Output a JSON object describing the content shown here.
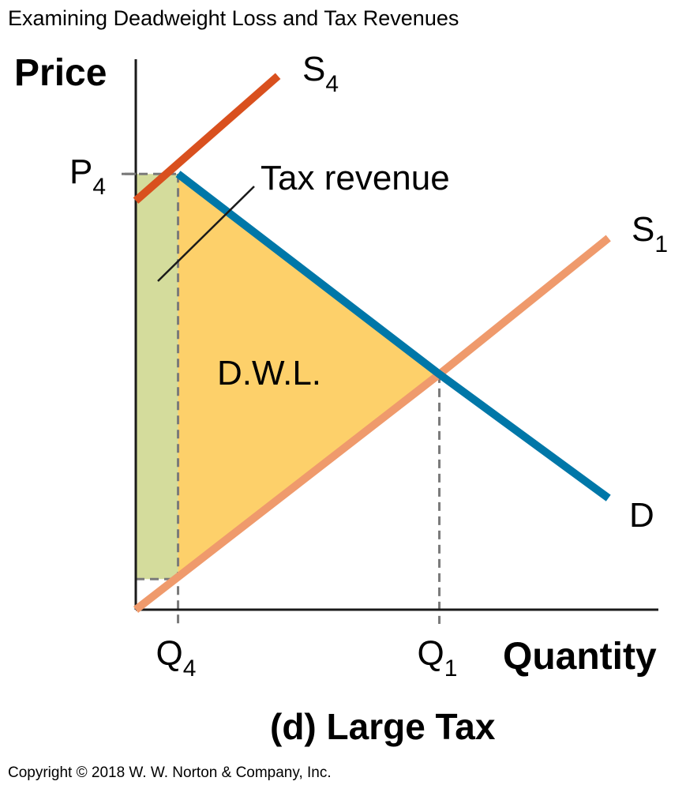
{
  "header": {
    "title": "Examining Deadweight Loss and Tax Revenues"
  },
  "footer": {
    "copyright": "Copyright © 2018 W. W. Norton & Company, Inc."
  },
  "chart_data": {
    "type": "line",
    "title": "Examining Deadweight Loss and Tax Revenues",
    "subtitle": "(d) Large Tax",
    "xlabel": "Quantity",
    "ylabel": "Price",
    "x_ticks": [
      {
        "key": "q4",
        "base": "Q",
        "sub": "4",
        "value": 0.55
      },
      {
        "key": "q1",
        "base": "Q",
        "sub": "1",
        "value": 3.95
      }
    ],
    "y_ticks": [
      {
        "key": "p4",
        "base": "P",
        "sub": "4",
        "value": 5.7
      }
    ],
    "xlim": [
      0,
      6.8
    ],
    "ylim": [
      0,
      7.2
    ],
    "grid": false,
    "series": [
      {
        "name": "D",
        "label": "D",
        "sub": "",
        "color": "#0077a8",
        "points": [
          [
            0.55,
            5.7
          ],
          [
            3.95,
            3.08
          ],
          [
            6.15,
            1.46
          ]
        ]
      },
      {
        "name": "S1",
        "label": "S",
        "sub": "1",
        "color": "#ef9a6c",
        "points": [
          [
            0,
            0
          ],
          [
            3.95,
            3.08
          ],
          [
            6.15,
            4.86
          ]
        ]
      },
      {
        "name": "S4",
        "label": "S",
        "sub": "4",
        "color": "#d9501e",
        "points": [
          [
            0,
            5.35
          ],
          [
            1.85,
            6.98
          ]
        ]
      }
    ],
    "areas": [
      {
        "name": "tax-revenue",
        "color": "#d4dc9c",
        "points": [
          [
            0,
            0.4
          ],
          [
            0.55,
            0.4
          ],
          [
            0.55,
            5.7
          ],
          [
            0,
            5.7
          ]
        ]
      },
      {
        "name": "deadweight-loss",
        "color": "#fdd06a",
        "points": [
          [
            0.55,
            5.7
          ],
          [
            3.95,
            3.08
          ],
          [
            0.55,
            0.4
          ]
        ]
      }
    ],
    "annotations": [
      {
        "key": "tax-revenue-label",
        "text": "Tax revenue"
      },
      {
        "key": "dwl-label",
        "text": "D.W.L."
      }
    ]
  }
}
